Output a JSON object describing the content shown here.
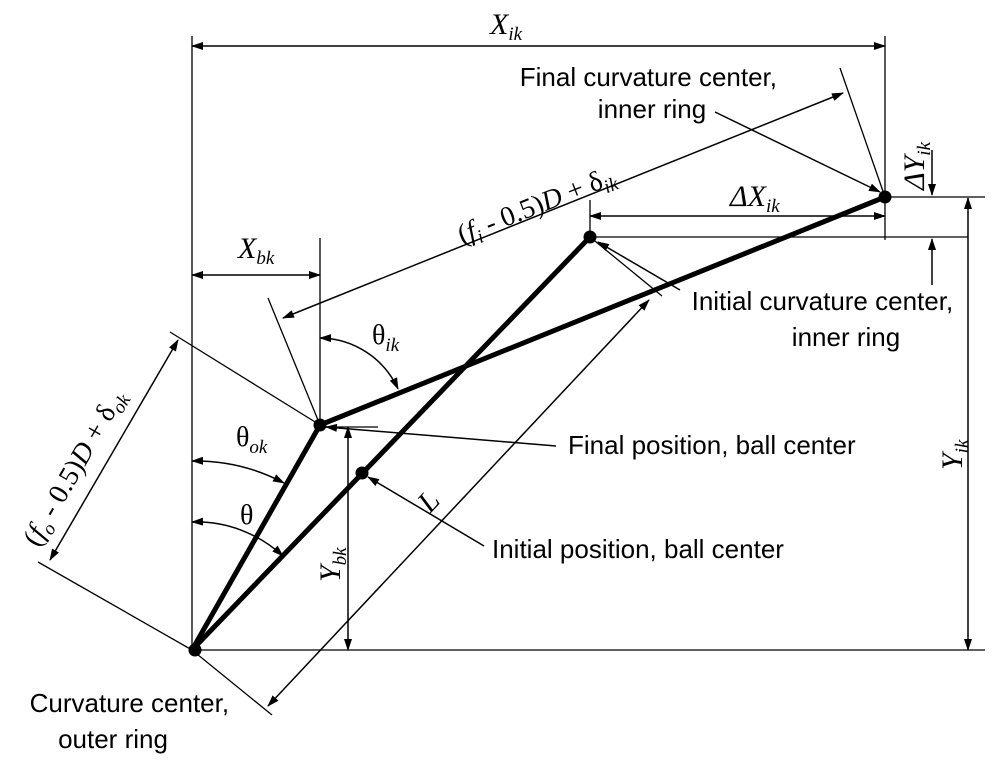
{
  "labels": {
    "final_inner": [
      "Final curvature center,",
      "inner ring"
    ],
    "initial_inner": [
      "Initial curvature center,",
      "inner ring"
    ],
    "final_ball": "Final position, ball center",
    "initial_ball": "Initial position, ball center",
    "outer_center": [
      "Curvature center,",
      "outer ring"
    ]
  },
  "symbols": {
    "X_ik": {
      "main": "X",
      "sub": "ik"
    },
    "X_bk": {
      "main": "X",
      "sub": "bk"
    },
    "dX_ik": {
      "main": "ΔX",
      "sub": "ik"
    },
    "dY_ik": {
      "main": "ΔY",
      "sub": "ik"
    },
    "Y_ik": {
      "main": "Y",
      "sub": "ik"
    },
    "Y_bk": {
      "main": "Y",
      "sub": "bk"
    },
    "L": {
      "main": "L"
    },
    "theta": {
      "main": "θ"
    },
    "theta_ik": {
      "main": "θ",
      "sub": "ik"
    },
    "theta_ok": {
      "main": "θ",
      "sub": "ok"
    },
    "fi_expr": {
      "f": "f",
      "fsub": "i",
      "mid": " - 0.5)",
      "D": "D",
      "plus": " + δ",
      "dsub": "ik"
    },
    "fo_expr": {
      "f": "f",
      "fsub": "o",
      "mid": " - 0.5)",
      "D": "D",
      "plus": " + δ",
      "dsub": "ok"
    }
  }
}
